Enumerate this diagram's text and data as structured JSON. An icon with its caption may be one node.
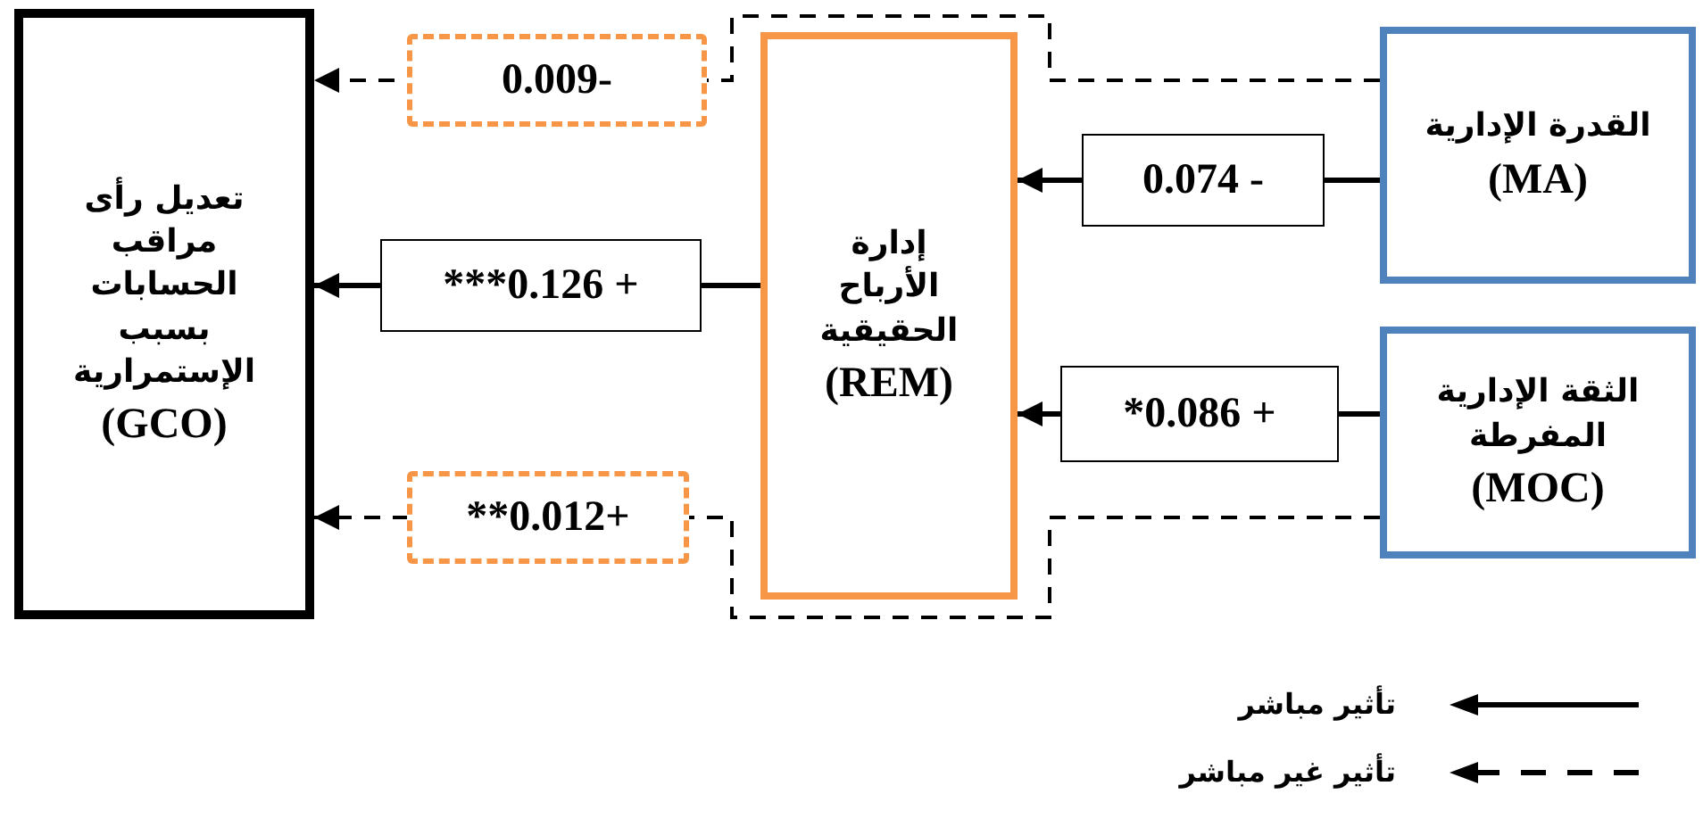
{
  "diagram": {
    "nodes": [
      {
        "text": [
          "تعديل رأى مراقب الحسابات بسبب الإستمرارية",
          "(GCO)"
        ]
      },
      {
        "text": [
          "إدارة الأرباح الحقيقية",
          "(REM)"
        ]
      },
      {
        "text": [
          "القدرة الإدارية",
          "(MA)"
        ]
      },
      {
        "text": [
          "الثقة الإدارية المفرطة",
          "(MOC)"
        ]
      }
    ],
    "edges": [
      {
        "from": 2,
        "to": 0,
        "arrow": "to",
        "label": "0.009-",
        "style": "dashed"
      },
      {
        "from": 2,
        "to": 1,
        "arrow": "to",
        "label": "0.074 -"
      },
      {
        "from": 1,
        "to": 0,
        "arrow": "to",
        "label": "***0.126 +"
      },
      {
        "from": 3,
        "to": 1,
        "arrow": "to",
        "label": "*0.086 +"
      },
      {
        "from": 3,
        "to": 0,
        "arrow": "to",
        "label": "**0.012+",
        "style": "dashed"
      }
    ],
    "legend": [
      {
        "text": "تأثير مباشر"
      },
      {
        "text": "تأثير غير مباشر"
      }
    ]
  }
}
